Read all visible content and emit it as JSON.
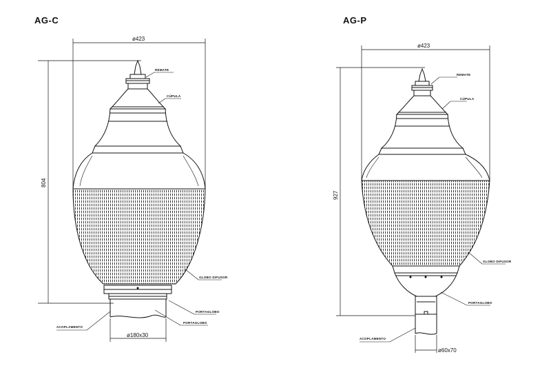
{
  "drawings": [
    {
      "title": "AG-C",
      "top_diameter": "ø423",
      "height": "804",
      "base_dimension": "ø180x30",
      "callouts": {
        "remate": "REMATE",
        "cupula": "CÚPULA",
        "globo_difusor": "GLOBO DIFUSOR",
        "portaglobo_upper": "PORTAGLOBO",
        "portaglobo_lower": "PORTAGLOBO",
        "acoplamiento": "ACOPLAMENTO"
      }
    },
    {
      "title": "AG-P",
      "top_diameter": "ø423",
      "height": "927",
      "base_dimension": "ø60x70",
      "callouts": {
        "remate": "REMATE",
        "cupula": "CÚPULA",
        "globo_difusor": "GLOBO DIFUSOR",
        "portaglobo": "PORTAGLOBO",
        "acoplamiento": "ACOPLAMENTO"
      }
    }
  ]
}
